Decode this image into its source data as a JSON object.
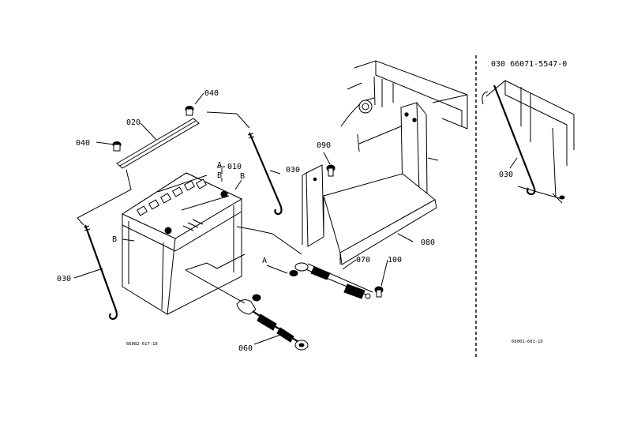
{
  "callouts": {
    "c040_top": "040",
    "c020": "020",
    "c040_left": "040",
    "cA_010": "A",
    "cB_010": "B",
    "c010": "010",
    "cB_right": "B",
    "cB_left": "B",
    "c030_mid": "030",
    "c030_left": "030",
    "c090": "090",
    "c080": "080",
    "cA_bolt": "A",
    "c070": "070",
    "c100": "100",
    "c060": "060"
  },
  "inset": {
    "title": "030 66071-5547-0",
    "c030": "030",
    "code": "66001-601-10"
  },
  "main_code": "66082-617-10"
}
